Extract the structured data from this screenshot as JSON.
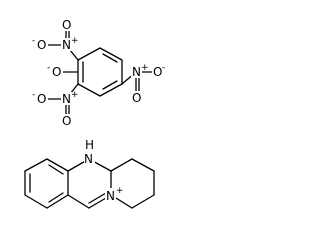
{
  "structure": {
    "anion": {
      "name": "picrate anion",
      "labels": {
        "n1": "N",
        "n1_charge": "+",
        "n1_o1": "O",
        "n1_o1_charge": "-",
        "n1_o2": "O",
        "n2": "N",
        "n2_charge": "+",
        "n2_o1": "O",
        "n2_o1_charge": "-",
        "n2_o2": "O",
        "n3": "N",
        "n3_charge": "+",
        "n3_o1": "O",
        "n3_o1_charge": "-",
        "n3_o2": "O",
        "phenolate_o": "O",
        "phenolate_charge": "-"
      }
    },
    "cation": {
      "name": "benzo-pyrido-pyrimidinium cation",
      "labels": {
        "nh_n": "N",
        "nh_h": "H",
        "n_plus": "N",
        "n_plus_charge": "+"
      }
    }
  }
}
